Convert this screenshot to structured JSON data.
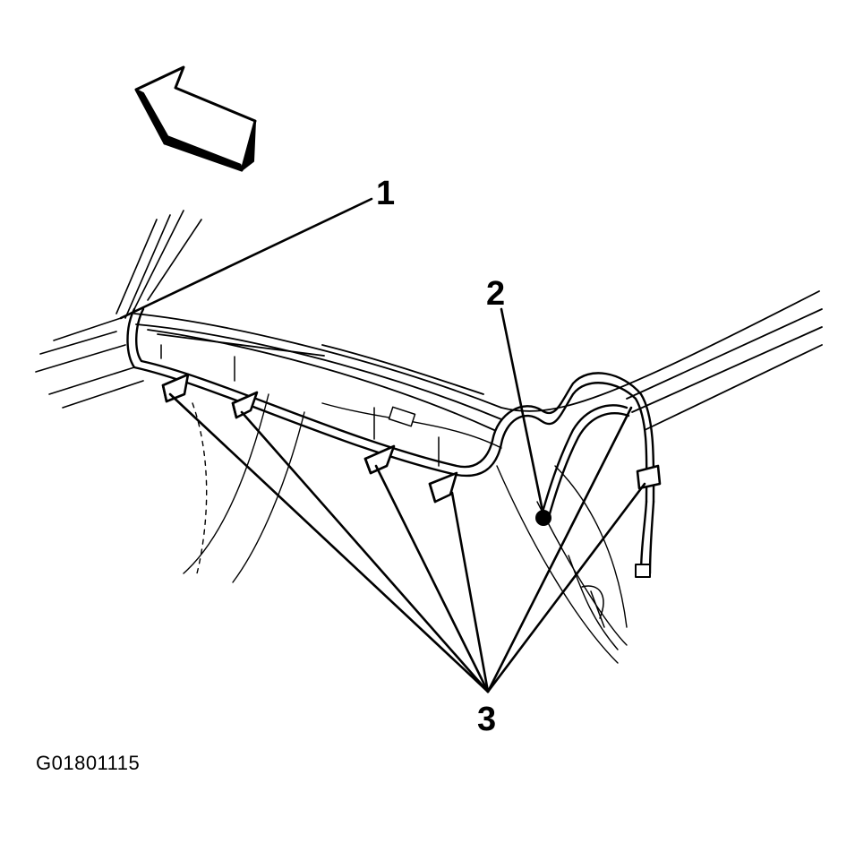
{
  "figure": {
    "id_code": "G01801115",
    "callouts": [
      {
        "number": "1"
      },
      {
        "number": "2"
      },
      {
        "number": "3"
      }
    ]
  },
  "colors": {
    "ink": "#000000",
    "paper": "#ffffff"
  }
}
